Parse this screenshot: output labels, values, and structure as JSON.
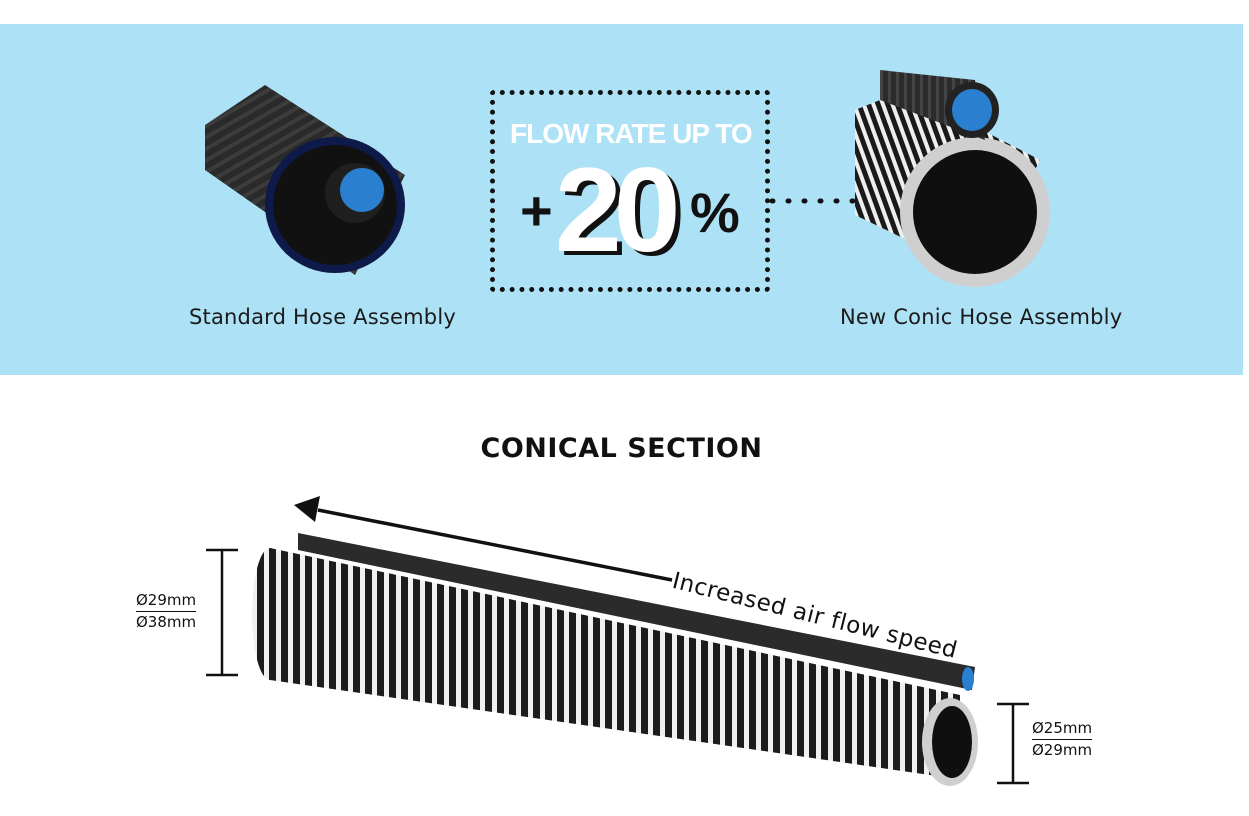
{
  "banner": {
    "flow_label": "FLOW RATE  UP TO",
    "flow_plus": "+",
    "flow_value": "20",
    "flow_percent": "%",
    "standard_caption": "Standard Hose Assembly",
    "conic_caption": "New Conic Hose Assembly"
  },
  "section": {
    "title": "CONICAL SECTION",
    "arrow_label": "Increased air flow speed",
    "left_dim_top": "Ø29mm",
    "left_dim_bottom": "Ø38mm",
    "right_dim_top": "Ø25mm",
    "right_dim_bottom": "Ø29mm"
  },
  "colors": {
    "band": "#ade2f6",
    "hose_blue": "#2a7fd0",
    "hose_dark": "#1b1b1b"
  }
}
